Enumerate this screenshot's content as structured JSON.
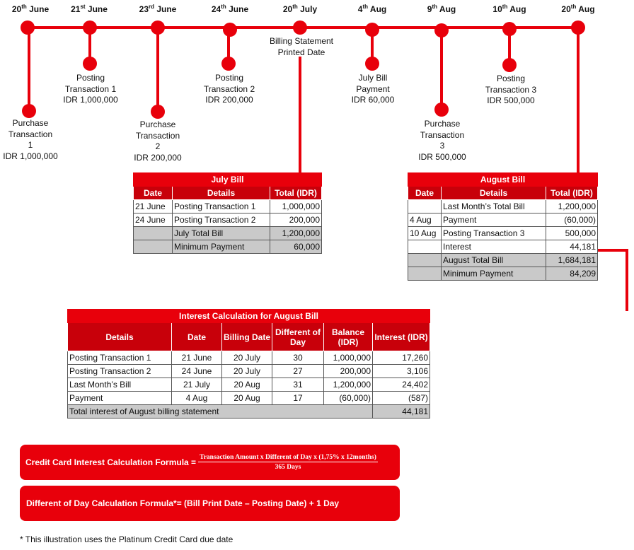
{
  "timeline": {
    "dates": [
      {
        "day": "20",
        "suffix": "th",
        "month": "June"
      },
      {
        "day": "21",
        "suffix": "st",
        "month": "June"
      },
      {
        "day": "23",
        "suffix": "rd",
        "month": "June"
      },
      {
        "day": "24",
        "suffix": "th",
        "month": "June"
      },
      {
        "day": "20",
        "suffix": "th",
        "month": "July"
      },
      {
        "day": "4",
        "suffix": "th",
        "month": "Aug"
      },
      {
        "day": "9",
        "suffix": "th",
        "month": "Aug"
      },
      {
        "day": "10",
        "suffix": "th",
        "month": "Aug"
      },
      {
        "day": "20",
        "suffix": "th",
        "month": "Aug"
      }
    ],
    "events": {
      "purchase1": [
        "Purchase",
        "Transaction",
        "1",
        "IDR 1,000,000"
      ],
      "posting1": [
        "Posting",
        "Transaction 1",
        "IDR 1,000,000"
      ],
      "purchase2": [
        "Purchase",
        "Transaction",
        "2",
        "IDR 200,000"
      ],
      "posting2": [
        "Posting",
        "Transaction 2",
        "IDR 200,000"
      ],
      "statement": [
        "Billing Statement",
        "Printed Date"
      ],
      "payment": [
        "July Bill",
        "Payment",
        "IDR 60,000"
      ],
      "purchase3": [
        "Purchase",
        "Transaction",
        "3",
        "IDR 500,000"
      ],
      "posting3": [
        "Posting",
        "Transaction 3",
        "IDR 500,000"
      ]
    },
    "colors": {
      "accent": "#e8000b",
      "dark": "#c8000a",
      "grey": "#c9c9c9"
    }
  },
  "july_bill": {
    "title": "July Bill",
    "headers": [
      "Date",
      "Details",
      "Total (IDR)"
    ],
    "rows": [
      [
        "21 June",
        "Posting Transaction 1",
        "1,000,000"
      ],
      [
        "24 June",
        "Posting Transaction 2",
        "200,000"
      ],
      [
        "",
        "July Total Bill",
        "1,200,000"
      ],
      [
        "",
        "Minimum Payment",
        "60,000"
      ]
    ]
  },
  "august_bill": {
    "title": "August Bill",
    "headers": [
      "Date",
      "Details",
      "Total (IDR)"
    ],
    "rows": [
      [
        "",
        "Last Month’s Total Bill",
        "1,200,000"
      ],
      [
        "4 Aug",
        "Payment",
        "(60,000)"
      ],
      [
        "10 Aug",
        "Posting Transaction 3",
        "500,000"
      ],
      [
        "",
        "Interest",
        "44,181"
      ],
      [
        "",
        "August Total Bill",
        "1,684,181"
      ],
      [
        "",
        "Minimum Payment",
        "84,209"
      ]
    ]
  },
  "interest_calc": {
    "title": "Interest Calculation for August Bill",
    "headers": [
      "Details",
      "Date",
      "Billing Date",
      "Different of Day",
      "Balance (IDR)",
      "Interest (IDR)"
    ],
    "rows": [
      [
        "Posting Transaction 1",
        "21 June",
        "20 July",
        "30",
        "1,000,000",
        "17,260"
      ],
      [
        "Posting Transaction 2",
        "24 June",
        "20 July",
        "27",
        "200,000",
        "3,106"
      ],
      [
        "Last Month’s Bill",
        "21 July",
        "20 Aug",
        "31",
        "1,200,000",
        "24,402"
      ],
      [
        "Payment",
        "4 Aug",
        "20 Aug",
        "17",
        "(60,000)",
        "(587)"
      ]
    ],
    "total_label": "Total interest of August billing statement",
    "total_value": "44,181"
  },
  "formulas": {
    "interest_label": "Credit Card Interest Calculation Formula =",
    "interest_numerator": "Transaction Amount x Different of Day x (1,75% x 12months)",
    "interest_denominator": "365 Days",
    "day_formula": "Different of Day Calculation Formula*= (Bill Print Date – Posting Date) + 1 Day"
  },
  "note": "* This illustration uses the Platinum Credit Card due date"
}
